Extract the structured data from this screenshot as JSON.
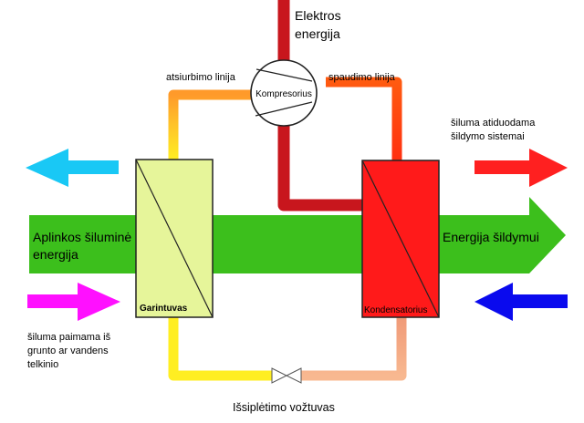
{
  "labels": {
    "electric_energy": [
      "Elektros",
      "energija"
    ],
    "compressor": "Kompresorius",
    "suction_line": "atsiurbimo linija",
    "discharge_line": "spaudimo linija",
    "heat_to_system": [
      "šiluma atiduodama",
      "šildymo sistemai"
    ],
    "ambient_heat": [
      "Aplinkos šiluminė",
      "energija"
    ],
    "heating_energy": "Energija šildymui",
    "evaporator": "Garintuvas",
    "condenser": "Kondensatorius",
    "heat_source": [
      "šiluma paimama iš",
      "grunto ar vandens",
      "telkinio"
    ],
    "expansion_valve": "Išsiplėtimo vožtuvas"
  },
  "colors": {
    "electric_line": "#c8161d",
    "green_flow": "#3cbf1c",
    "evaporator_fill": "#e6f59a",
    "condenser_fill": "#ff1a1a",
    "cyan_arrow": "#19c8f5",
    "red_arrow": "#ff2020",
    "magenta_arrow": "#ff10ff",
    "blue_arrow": "#0a0aee",
    "suction_gradient": [
      "#ffee22",
      "#ffb030"
    ],
    "discharge_gradient": [
      "#ff6a10",
      "#ff3a10"
    ],
    "bottom_left_line": "#ffee22",
    "bottom_right_line": "#f6a880"
  }
}
